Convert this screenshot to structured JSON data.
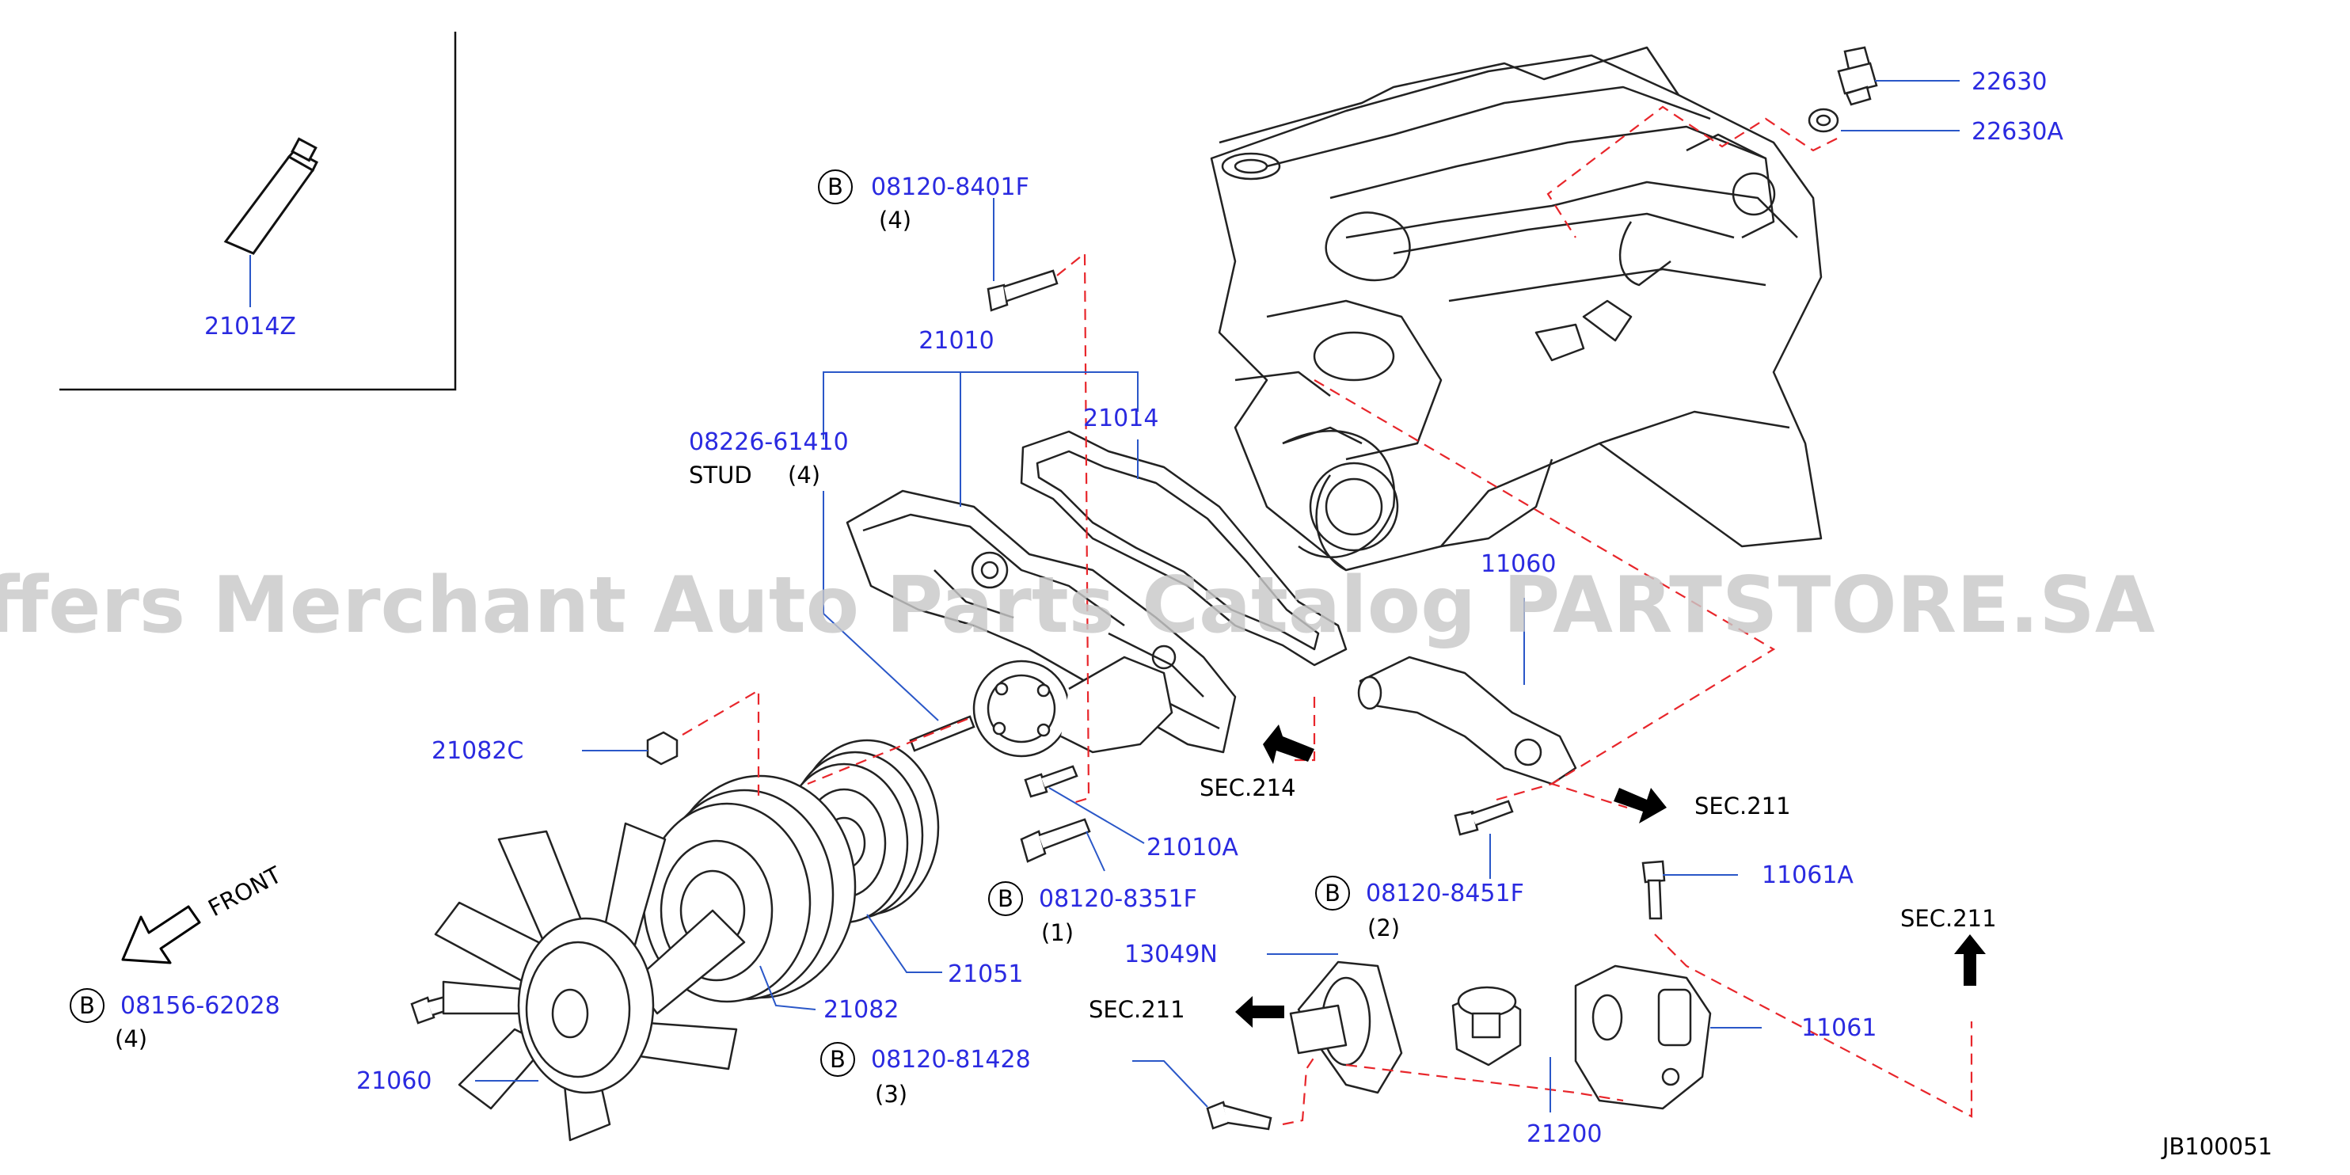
{
  "colors": {
    "part_number": "#2a2ae0",
    "text": "#000000",
    "leader": "#2a57c8",
    "dashed_line": "#e8262b",
    "drawing": "#111111",
    "watermark": "#c8c8c8"
  },
  "watermark": "Offers Merchant Auto Parts Catalog PARTSTORE.SA",
  "callouts": {
    "p21014Z": "21014Z",
    "p22630": "22630",
    "p22630A": "22630A",
    "p08120_8401F": "08120-8401F",
    "qty_8401F": "(4)",
    "p21010": "21010",
    "p21014": "21014",
    "p08226_61410": "08226-61410",
    "stud_text": "STUD",
    "qty_stud": "(4)",
    "p11060": "11060",
    "p21082C": "21082C",
    "sec214": "SEC.214",
    "sec211_a": "SEC.211",
    "p21010A": "21010A",
    "p08120_8351F": "08120-8351F",
    "qty_8351F": "(1)",
    "p08120_8451F": "08120-8451F",
    "qty_8451F": "(2)",
    "p11061A": "11061A",
    "sec211_b": "SEC.211",
    "p13049N": "13049N",
    "sec211_c": "SEC.211",
    "p11061": "11061",
    "p21051": "21051",
    "p21082": "21082",
    "p08156_62028": "08156-62028",
    "qty_62028": "(4)",
    "p08120_81428": "08120-81428",
    "qty_81428": "(3)",
    "p21060": "21060",
    "p21200": "21200",
    "front": "FRONT",
    "diagram_code": "JB100051"
  },
  "bolt_badges": {
    "b1": "B",
    "b2": "B",
    "b3": "B",
    "b4": "B",
    "b5": "B"
  },
  "icons": [
    "tube-icon",
    "front-arrow-icon",
    "direction-arrow-icon",
    "bolt-icon",
    "fan-icon",
    "pulley-icon",
    "engine-icon"
  ]
}
